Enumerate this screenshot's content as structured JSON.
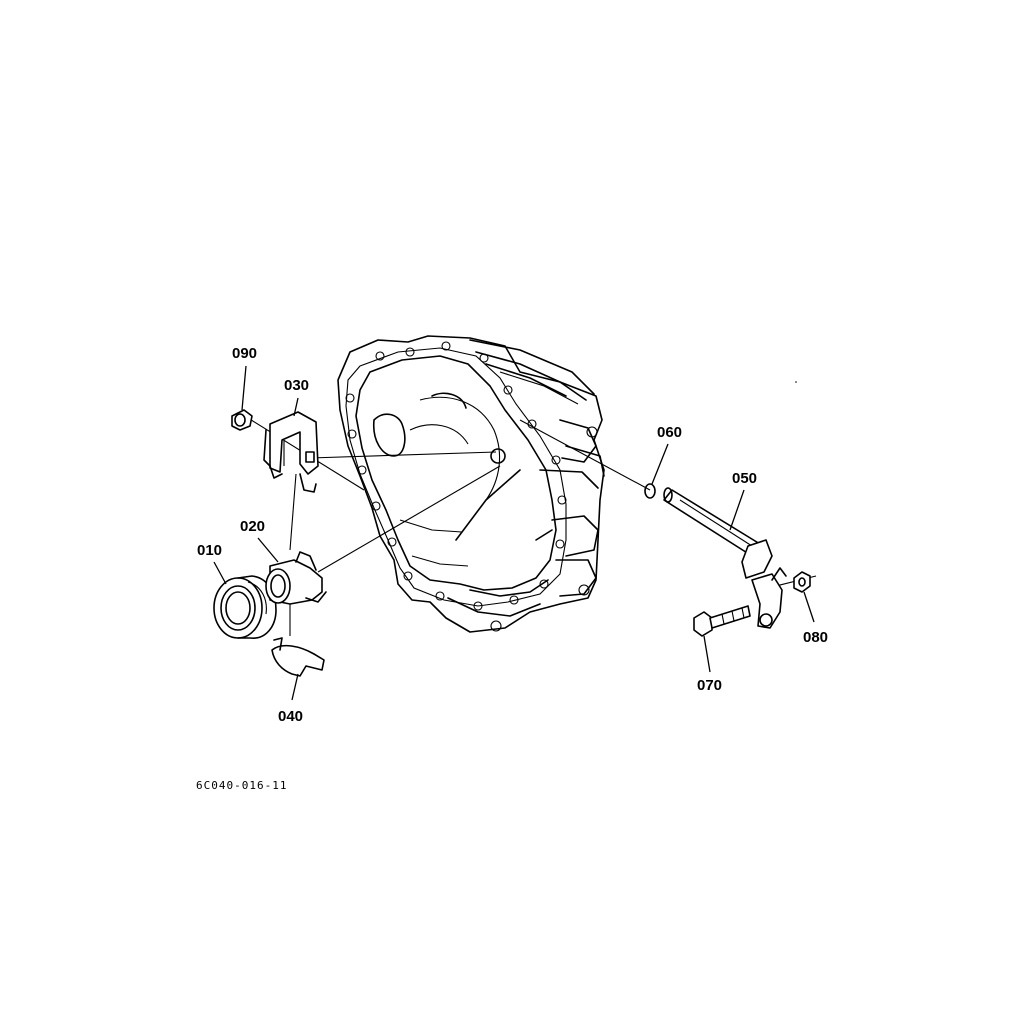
{
  "callouts": {
    "p010": "010",
    "p020": "020",
    "p030": "030",
    "p040": "040",
    "p050": "050",
    "p060": "060",
    "p070": "070",
    "p080": "080",
    "p090": "090"
  },
  "drawing_number": "6C040-016-11",
  "colors": {
    "ink": "#000000",
    "paper": "#ffffff"
  }
}
